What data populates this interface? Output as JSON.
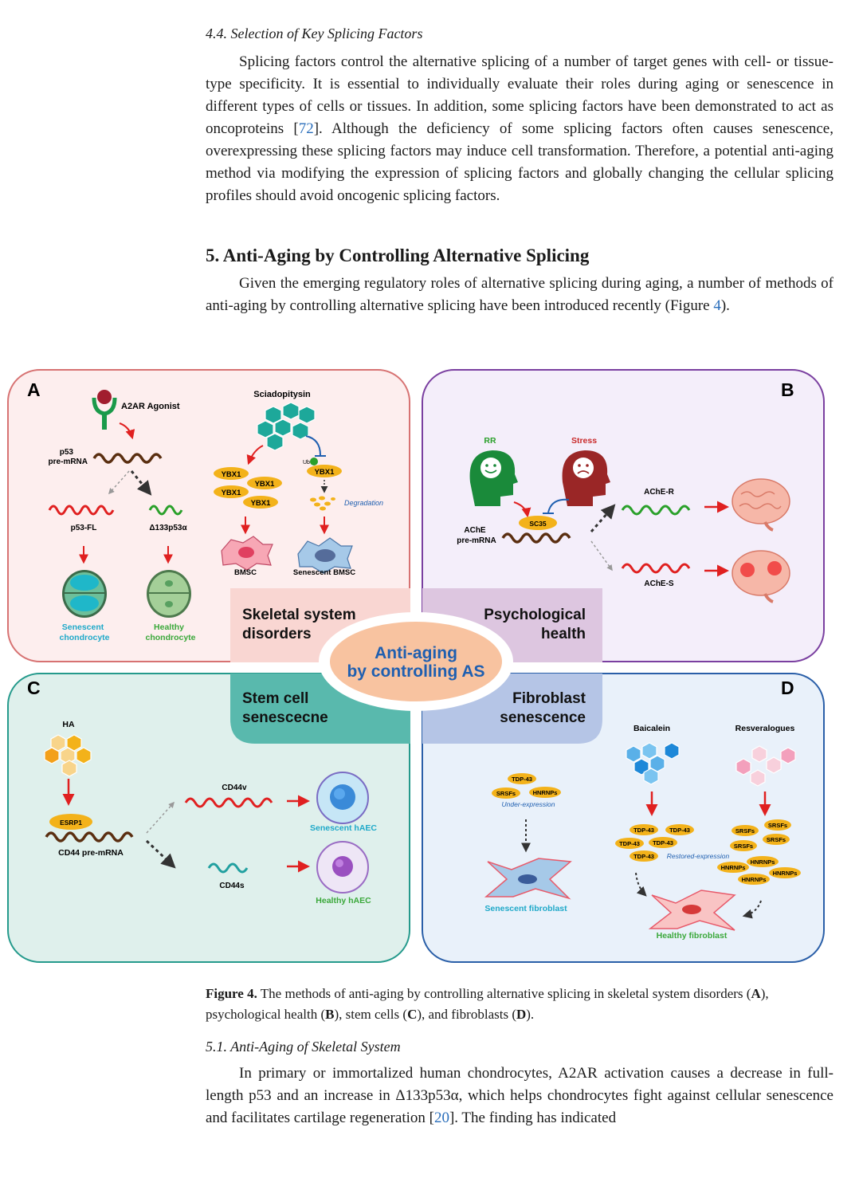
{
  "section_44": {
    "heading": "4.4. Selection of Key Splicing Factors",
    "p1": "Splicing factors control the alternative splicing of a number of target genes with cell- or tissue-type specificity. It is essential to individually evaluate their roles during aging or senescence in different types of cells or tissues. In addition, some splicing factors have been demonstrated to act as oncoproteins [",
    "ref1": "72",
    "p1b": "]. Although the deficiency of some splicing factors often causes senescence, overexpressing these splicing factors may induce cell transformation. Therefore, a potential anti-aging method via modifying the expression of splicing factors and globally changing the cellular splicing profiles should avoid oncogenic splicing factors."
  },
  "section_5": {
    "heading": "5. Anti-Aging by Controlling Alternative Splicing",
    "p1": "Given the emerging regulatory roles of alternative splicing during aging, a number of methods of anti-aging by controlling alternative splicing have been introduced recently (Figure ",
    "ref1": "4",
    "p1b": ")."
  },
  "figure": {
    "center": {
      "line1": "Anti-aging",
      "line2": "by controlling AS"
    },
    "quadrants": {
      "skeletal": {
        "letter": "A",
        "line1": "Skeletal system",
        "line2": "disorders"
      },
      "psych": {
        "letter": "B",
        "line1": "Psychological",
        "line2": "health"
      },
      "stem": {
        "letter": "C",
        "line1": "Stem cell",
        "line2": "senescecne"
      },
      "fibro": {
        "letter": "D",
        "line1": "Fibroblast",
        "line2": "senescence"
      }
    },
    "panelA": {
      "agonist": "A2AR Agonist",
      "premrna1": "p53",
      "premrna2": "pre-mRNA",
      "p53fl": "p53-FL",
      "d133": "Δ133p53α",
      "sen1": "Senescent",
      "sen2": "chondrocyte",
      "hea1": "Healthy",
      "hea2": "chondrocyte",
      "sciado": "Sciadopitysin",
      "ybx1": "YBX1",
      "ub": "Ub",
      "degradation": "Degradation",
      "bmsc": "BMSC",
      "senbmsc": "Senescent BMSC"
    },
    "panelB": {
      "rr": "RR",
      "stress": "Stress",
      "sc35": "SC35",
      "ache1": "AChE",
      "ache2": "pre-mRNA",
      "acher": "AChE-R",
      "aches": "AChE-S"
    },
    "panelC": {
      "ha": "HA",
      "esrp1": "ESRP1",
      "cd44pre": "CD44 pre-mRNA",
      "cd44v": "CD44v",
      "cd44s": "CD44s",
      "senhaec": "Senescent hAEC",
      "heahaec": "Healthy hAEC"
    },
    "panelD": {
      "tdp": "TDP-43",
      "srsf": "SRSFs",
      "hnrnp": "HNRNPs",
      "under": "Under-expression",
      "senfib": "Senescent fibroblast",
      "baicalein": "Baicalein",
      "resver": "Resveralogues",
      "restored": "Restored-expression",
      "heafib": "Healthy fibroblast"
    },
    "colors": {
      "red": "#e02020",
      "green": "#2aa02a",
      "brown": "#6b3a1a",
      "orange": "#f3b21a",
      "teal": "#21a0a0",
      "blue": "#2a6ebb"
    }
  },
  "caption": {
    "label": "Figure 4.",
    "text1": " The methods of anti-aging by controlling alternative splicing in skeletal system disorders (",
    "A": "A",
    "text2": "), psychological health (",
    "B": "B",
    "text3": "), stem cells (",
    "C": "C",
    "text4": "), and fibroblasts (",
    "D": "D",
    "text5": ")."
  },
  "section_51": {
    "heading": "5.1. Anti-Aging of Skeletal System",
    "p1": "In primary or immortalized human chondrocytes, A2AR activation causes a decrease in full-length p53 and an increase in Δ133p53α, which helps chondrocytes fight against cellular senescence and facilitates cartilage regeneration [",
    "ref1": "20",
    "p1b": "]. The finding has indicated"
  }
}
